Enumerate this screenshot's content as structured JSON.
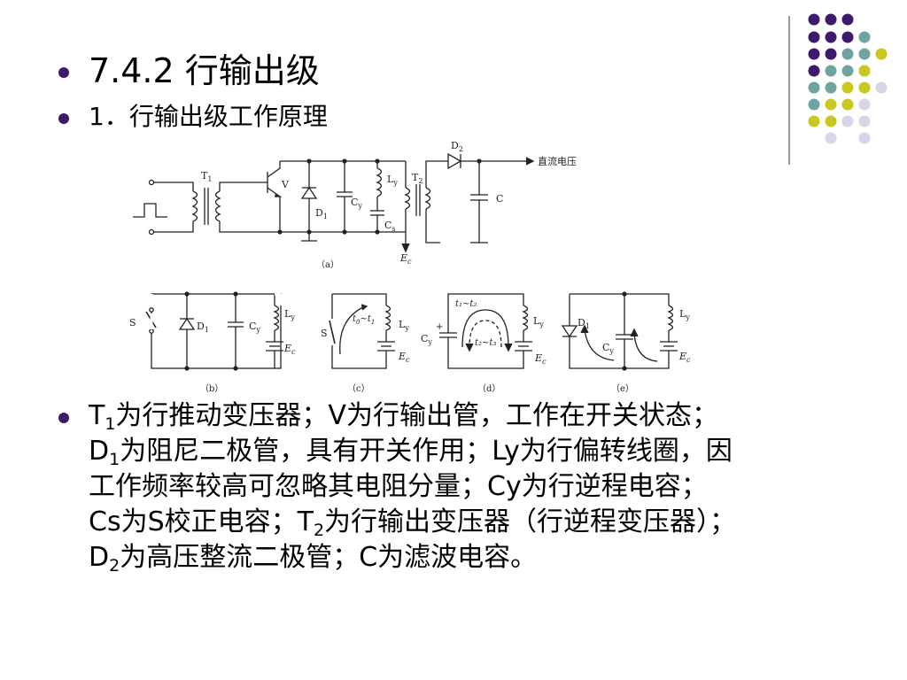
{
  "slide": {
    "title": "7.4.2  行输出级",
    "subtitle": "1．行输出级工作原理",
    "colors": {
      "bullet": "#3d1a6b",
      "dot_purple": "#3d1a6b",
      "dot_teal": "#6fa3a0",
      "dot_yellow": "#c8c820",
      "dot_lavender": "#d6d6e8"
    }
  },
  "figure": {
    "a": {
      "T1": "T",
      "T1_sub": "1",
      "V": "V",
      "D1": "D",
      "D1_sub": "1",
      "Cy": "C",
      "Cy_sub": "y",
      "Ly": "L",
      "Ly_sub": "y",
      "Cs": "C",
      "Cs_sub": "s",
      "T2": "T",
      "T2_sub": "2",
      "D2": "D",
      "D2_sub": "2",
      "C": "C",
      "Ec": "E",
      "Ec_sub": "c",
      "dc": "直流电压",
      "caption": "（a）"
    },
    "b": {
      "S": "S",
      "D1": "D",
      "D1_sub": "1",
      "Cy": "C",
      "Cy_sub": "y",
      "Ly": "L",
      "Ly_sub": "y",
      "Ec": "E",
      "Ec_sub": "c",
      "caption": "（b）"
    },
    "c": {
      "S": "S",
      "t": "t",
      "t_sub1": "0",
      "tilde": "~",
      "t_sub2": "1",
      "Ly": "L",
      "Ly_sub": "y",
      "Ec": "E",
      "Ec_sub": "c",
      "caption": "（c）"
    },
    "d": {
      "plus": "+",
      "Cy": "C",
      "Cy_sub": "y",
      "t12": "t₁~t₂",
      "t23": "t₂~t₃",
      "Ly": "L",
      "Ly_sub": "y",
      "Ec": "E",
      "Ec_sub": "c",
      "caption": "（d）"
    },
    "e": {
      "D1": "D",
      "D1_sub": "1",
      "Cy": "C",
      "Cy_sub": "y",
      "Ly": "L",
      "Ly_sub": "y",
      "Ec": "E",
      "Ec_sub": "c",
      "caption": "（e）"
    }
  },
  "description": {
    "l1a": "T",
    "l1s": "1",
    "l1b": "为行推动变压器；V为行输出管，工作在开关状态；",
    "l2a": "D",
    "l2s": "1",
    "l2b": "为阻尼二极管，具有开关作用；Ly为行偏转线圈，因",
    "l3": "工作频率较高可忽略其电阻分量；Cy为行逆程电容；",
    "l4a": "Cs为S校正电容；T",
    "l4s": "2",
    "l4b": "为行输出变压器（行逆程变压器）；",
    "l5a": "D",
    "l5s": "2",
    "l5b": "为高压整流二极管；C为滤波电容。"
  }
}
